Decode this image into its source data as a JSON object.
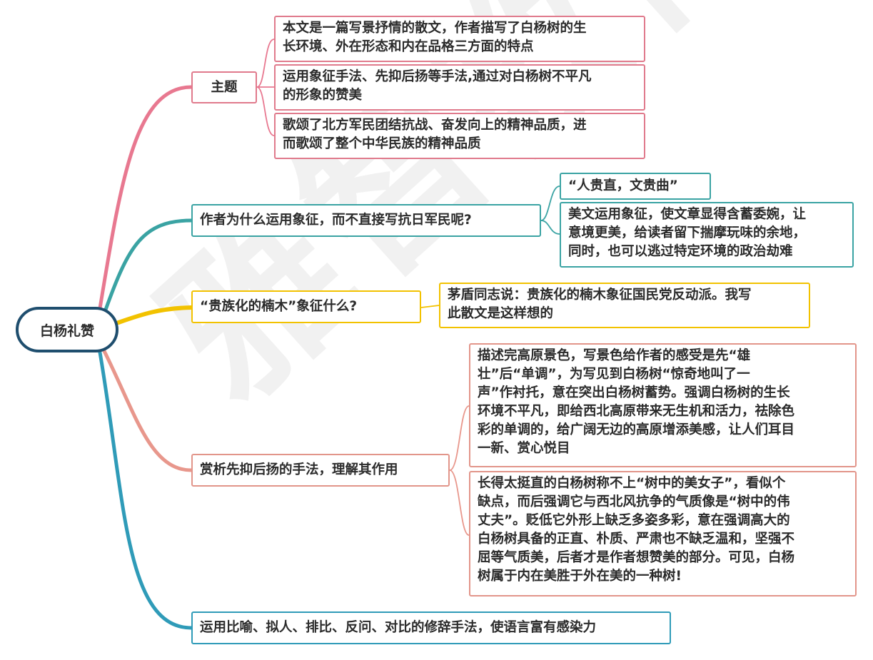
{
  "root": {
    "label": "白杨礼赞"
  },
  "watermark": "雅智教育",
  "colors": {
    "root_border": "#1f4e6e",
    "theme": "#e87890",
    "symbol": "#3aa3a3",
    "nanmu": "#f2c200",
    "contrast": "#e8978c",
    "rhetoric": "#2f9bb8"
  },
  "branches": {
    "theme": {
      "label": "主题",
      "children": [
        {
          "lines": [
            "本文是一篇写景抒情的散文，作者描写了白杨树的生",
            "长环境、外在形态和内在品格三方面的特点"
          ]
        },
        {
          "lines": [
            "运用象征手法、先抑后扬等手法,通过对白杨树不平凡",
            "的形象的赞美"
          ]
        },
        {
          "lines": [
            "歌颂了北方军民团结抗战、奋发向上的精神品质，进",
            "而歌颂了整个中华民族的精神品质"
          ]
        }
      ]
    },
    "symbol": {
      "label": "作者为什么运用象征，而不直接写抗日军民呢?",
      "children": [
        {
          "lines": [
            "“人贵直，文贵曲”"
          ]
        },
        {
          "lines": [
            "美文运用象征，使文章显得含蓄委婉，让",
            "意境更美，给读者留下揣摩玩味的余地，",
            "同时，也可以逃过特定环境的政治劫难"
          ]
        }
      ]
    },
    "nanmu": {
      "label": "“贵族化的楠木”象征什么?",
      "children": [
        {
          "lines": [
            "茅盾同志说：贵族化的楠木象征国民党反动派。我写",
            "此散文是这样想的"
          ]
        }
      ]
    },
    "contrast": {
      "label": "赏析先抑后扬的手法，理解其作用",
      "children": [
        {
          "lines": [
            "描述完高原景色，写景色给作者的感受是先“雄",
            "壮”后“单调”，为写见到白杨树“惊奇地叫了一",
            "声”作衬托，意在突出白杨树蓄势。强调白杨树的生长",
            "环境不平凡，即给西北高原带来无生机和活力，祛除色",
            "彩的单调的，给广阔无边的高原增添美感，让人们耳目",
            "一新、赏心悦目"
          ]
        },
        {
          "lines": [
            "长得太挺直的白杨树称不上“树中的美女子”，看似个",
            "缺点，而后强调它与西北风抗争的气质像是“树中的伟",
            "丈夫”。贬低它外形上缺乏多姿多彩，意在强调高大的",
            "白杨树具备的正直、朴质、严肃也不缺乏温和，坚强不",
            "屈等气质美，后者才是作者想赞美的部分。可见，白杨",
            "树属于内在美胜于外在美的一种树!"
          ]
        }
      ]
    },
    "rhetoric": {
      "label": "运用比喻、拟人、排比、反问、对比的修辞手法，使语言富有感染力"
    }
  }
}
